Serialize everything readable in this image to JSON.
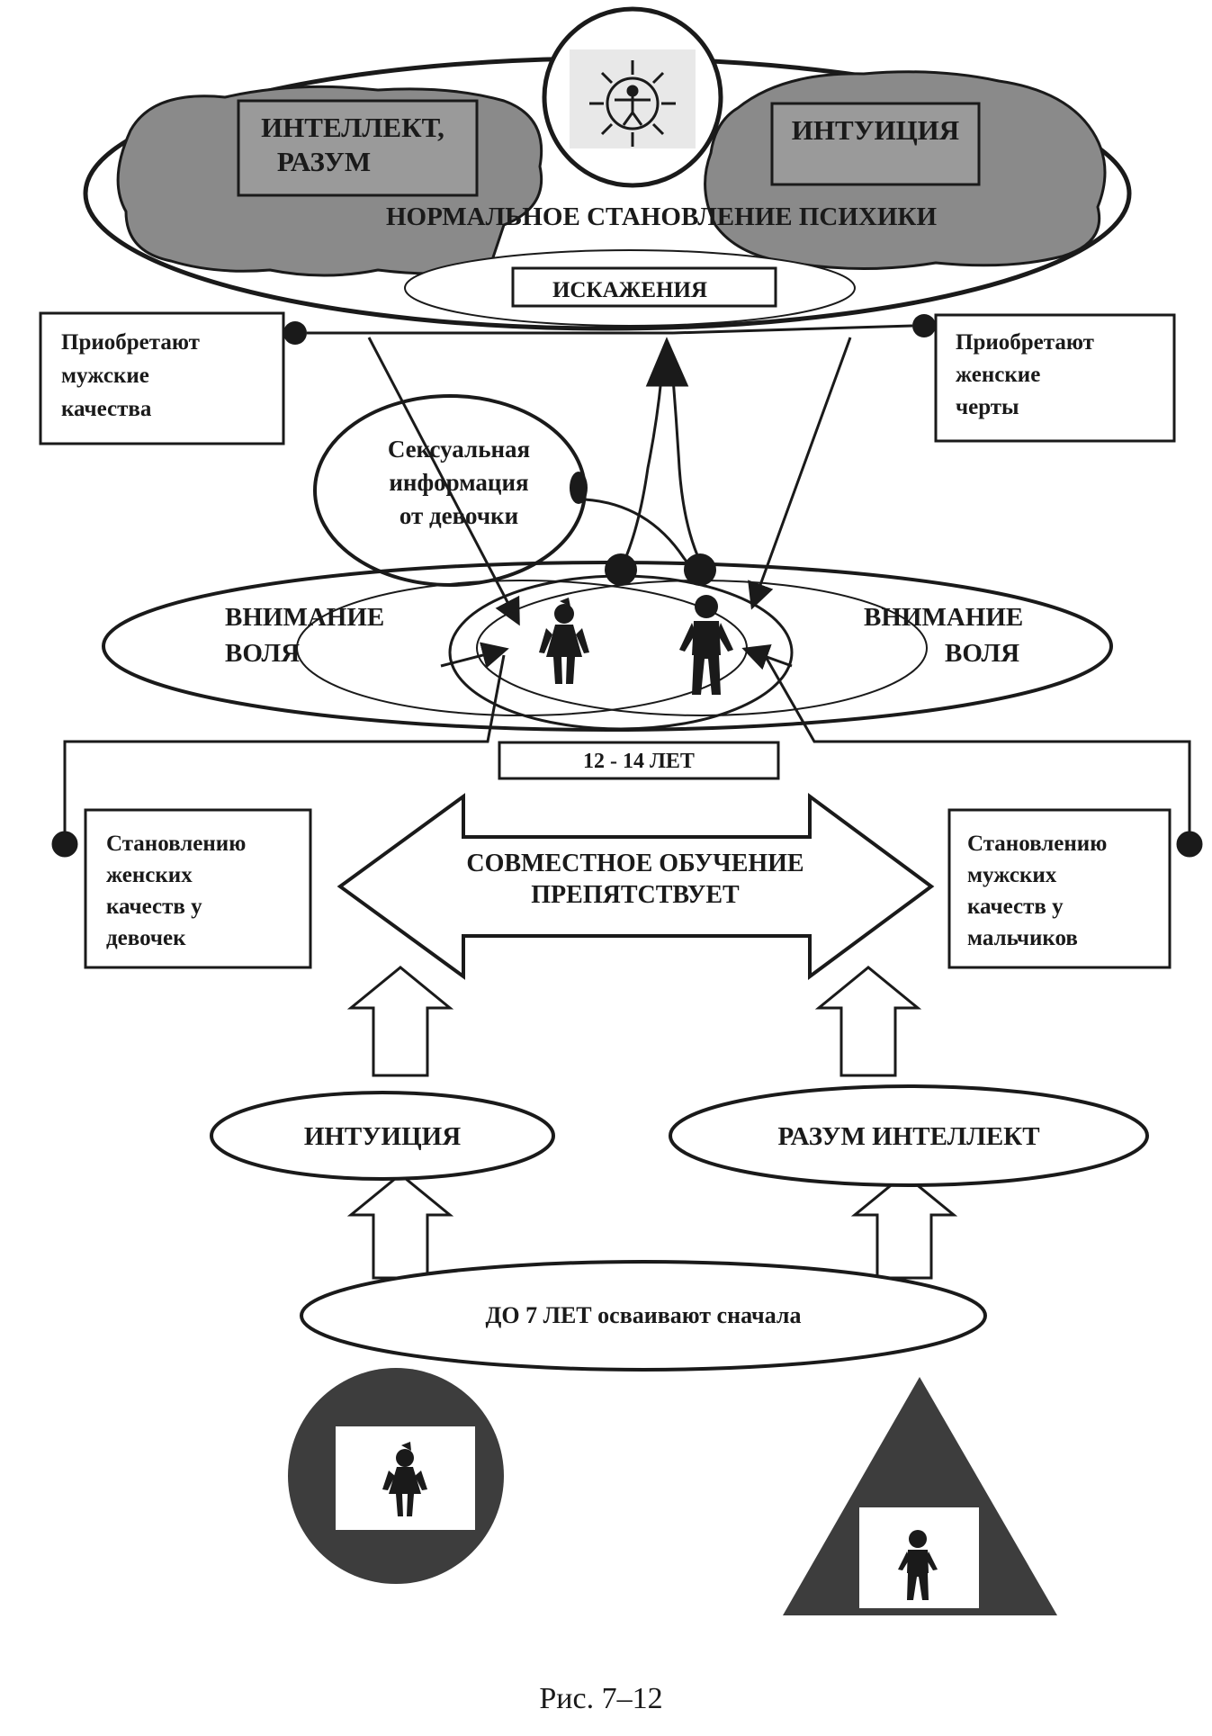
{
  "top": {
    "cloud_left_label": [
      "ИНТЕЛЛЕКТ,",
      "РАЗУМ"
    ],
    "cloud_right_label": [
      "ИНТУИЦИЯ"
    ],
    "normal_development": "НОРМАЛЬНОЕ СТАНОВЛЕНИЕ ПСИХИКИ",
    "distortions": "ИСКАЖЕНИЯ"
  },
  "boxes": {
    "acquire_male": [
      "Приобретают",
      "мужские",
      "качества"
    ],
    "acquire_female": [
      "Приобретают",
      "женские",
      "черты"
    ],
    "hinder_female": [
      "Становлению",
      "женских",
      "качеств у",
      "девочек"
    ],
    "hinder_male": [
      "Становлению",
      "мужских",
      "качеств у",
      "мальчиков"
    ]
  },
  "middle": {
    "sexual_info": [
      "Сексуальная",
      "информация",
      "от девочки"
    ],
    "attention_will_left": [
      "ВНИМАНИЕ",
      "ВОЛЯ"
    ],
    "attention_will_right": [
      "ВНИМАНИЕ",
      "ВОЛЯ"
    ],
    "age_label": "12 - 14 ЛЕТ"
  },
  "coeducation": [
    "СОВМЕСТНОЕ ОБУЧЕНИЕ",
    "ПРЕПЯТСТВУЕТ"
  ],
  "bottom": {
    "intuition": "ИНТУИЦИЯ",
    "reason_intellect": "РАЗУМ ИНТЕЛЛЕКТ",
    "before_seven": "ДО 7 ЛЕТ осваивают сначала"
  },
  "symbols": {
    "girl_symbol": "circle",
    "boy_symbol": "triangle"
  },
  "caption": "Рис. 7–12",
  "colors": {
    "ink": "#1a1a1a",
    "cloud": "#8a8a8a",
    "cloud_dark": "#5e5e5e",
    "label_fill": "#9a9a9a",
    "shape_dark": "#3d3d3d"
  }
}
